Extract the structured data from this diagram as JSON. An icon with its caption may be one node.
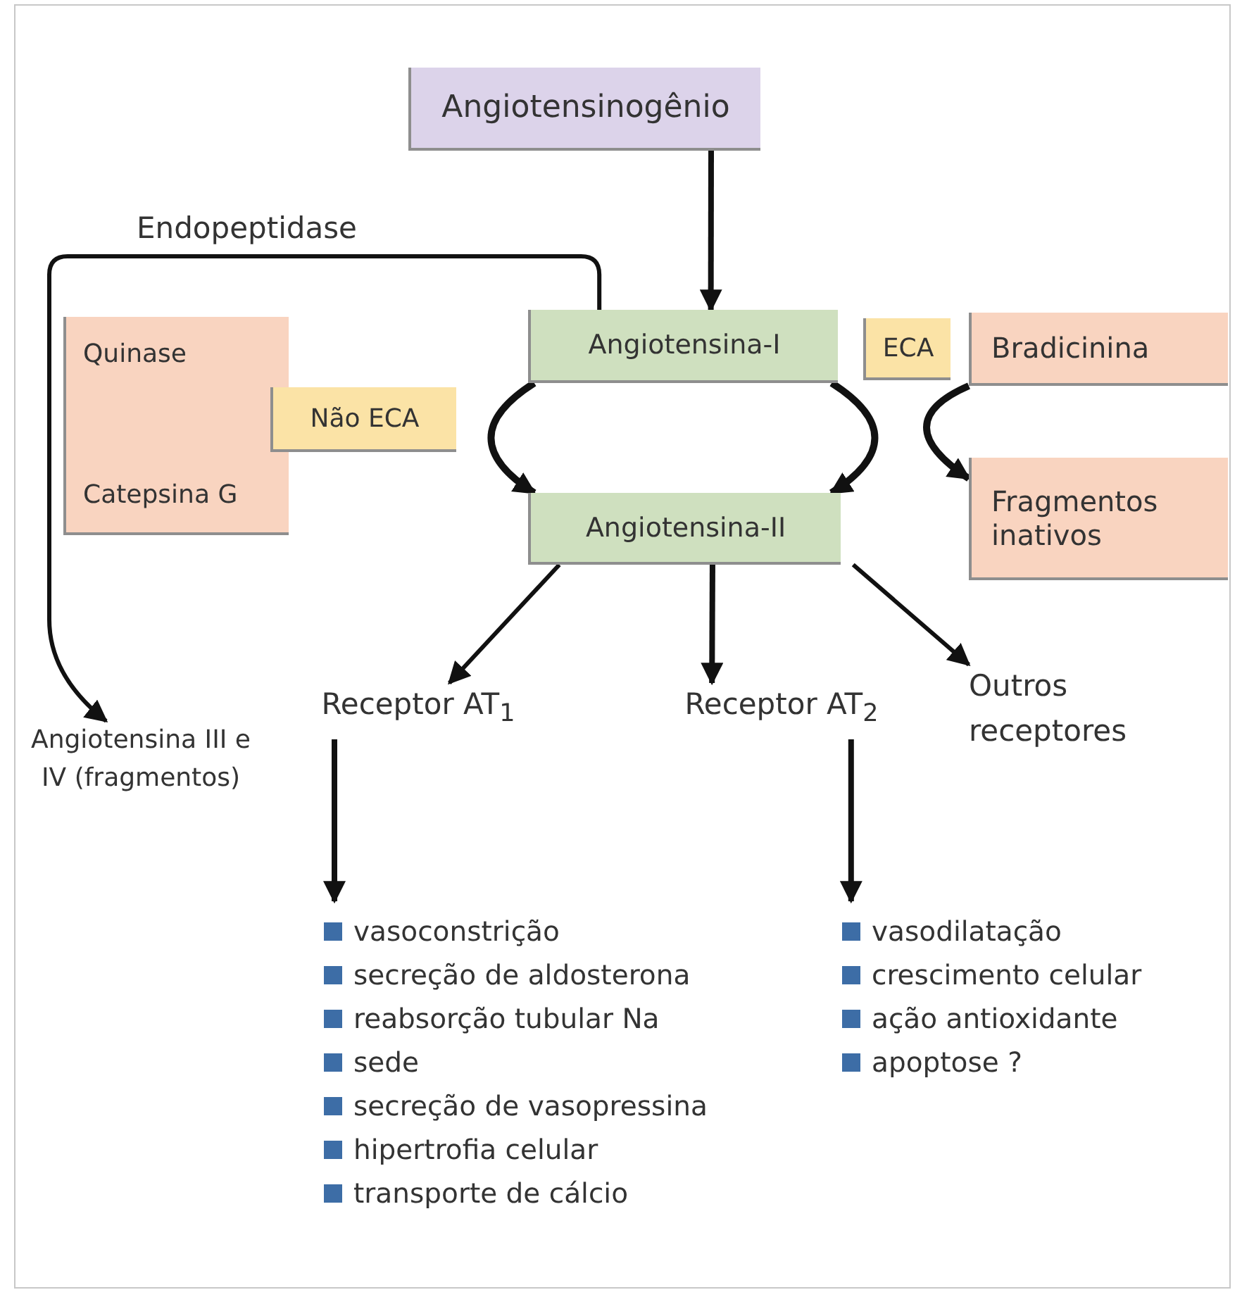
{
  "diagram": {
    "nodes": [
      {
        "text": [
          "Angiotensinogênio"
        ]
      },
      {
        "text": [
          "Angiotensina-I"
        ]
      },
      {
        "text": [
          "Quinase",
          "Catepsina G"
        ]
      },
      {
        "text": [
          "Não ECA"
        ]
      },
      {
        "text": [
          "ECA"
        ]
      },
      {
        "text": [
          "Bradicinina"
        ]
      },
      {
        "text": [
          "Angiotensina-II"
        ]
      },
      {
        "text": [
          "Fragmentos inativos"
        ]
      },
      {
        "text": [
          "Angiotensina III e IV (fragmentos)"
        ]
      },
      {
        "text": [
          "Receptor AT$_{1}$"
        ]
      },
      {
        "text": [
          "Receptor AT$_{2}$"
        ]
      },
      {
        "text": [
          "Outros receptores"
        ]
      },
      {
        "text": [
          "vasoconstrição",
          "secreção de aldosterona",
          "reabsorção tubular Na",
          "sede",
          "secreção de vasopressina",
          "hipertrofia celular",
          "transporte de cálcio"
        ]
      },
      {
        "text": [
          "vasodilatação",
          "crescimento celular",
          "ação antioxidante",
          "apoptose ?"
        ]
      }
    ],
    "edges": [
      {
        "from": 0,
        "to": 1,
        "arrow": "to"
      },
      {
        "from": 1,
        "to": 8,
        "arrow": "to",
        "label": "Endopeptidase"
      },
      {
        "from": 1,
        "to": 6,
        "arrow": "to"
      },
      {
        "from": 1,
        "to": 6,
        "arrow": "to"
      },
      {
        "from": 5,
        "to": 7,
        "arrow": "to"
      },
      {
        "from": 6,
        "to": 9,
        "arrow": "to"
      },
      {
        "from": 6,
        "to": 10,
        "arrow": "to"
      },
      {
        "from": 6,
        "to": 11,
        "arrow": "to"
      },
      {
        "from": 9,
        "to": 12,
        "arrow": "to"
      },
      {
        "from": 10,
        "to": 13,
        "arrow": "to"
      }
    ]
  }
}
